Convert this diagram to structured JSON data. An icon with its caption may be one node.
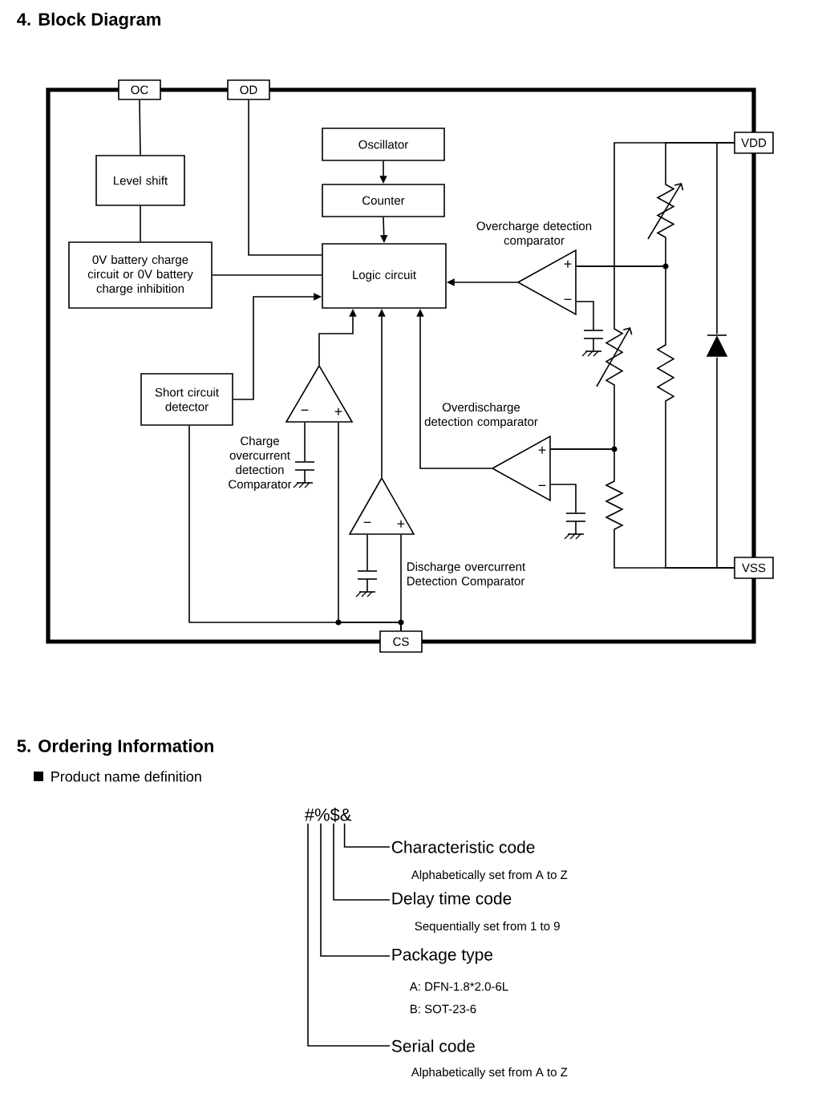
{
  "diagram": {
    "title": "4. Block Diagram",
    "nodes": [
      {
        "text": [
          "OC"
        ]
      },
      {
        "text": [
          "OD"
        ]
      },
      {
        "text": [
          "VDD"
        ]
      },
      {
        "text": [
          "VSS"
        ]
      },
      {
        "text": [
          "CS"
        ]
      },
      {
        "text": [
          "Level shift"
        ]
      },
      {
        "text": [
          "0V battery charge circuit or 0V battery charge inhibition"
        ]
      },
      {
        "text": [
          "Oscillator"
        ]
      },
      {
        "text": [
          "Counter"
        ]
      },
      {
        "text": [
          "Logic circuit"
        ]
      },
      {
        "text": [
          "Short circuit detector"
        ]
      },
      {
        "text": [
          "+",
          "−"
        ],
        "beside": [
          "Overcharge detection comparator"
        ]
      },
      {
        "text": [
          "−",
          "+"
        ]
      },
      {
        "text": [
          "+",
          "−"
        ],
        "beside": [
          "Overdischarge detection comparator"
        ]
      },
      {
        "text": [
          "−",
          "+"
        ],
        "beside": [
          "Discharge overcurrent Detection Comparator"
        ]
      },
      {
        "text": [
          "#%$&"
        ]
      },
      {
        "text": [
          "Characteristic code"
        ],
        "beside": [
          "Alphabetically set from A to Z"
        ]
      },
      {
        "text": [
          "Delay time code"
        ],
        "beside": [
          "Sequentially set from 1 to 9"
        ]
      },
      {
        "text": [
          "Package type"
        ],
        "beside": [
          "A: DFN-1.8*2.0-6L",
          "B: SOT-23-6"
        ]
      },
      {
        "text": [
          "Serial code"
        ],
        "beside": [
          "Alphabetically set from A to Z"
        ]
      },
      {
        "text": [],
        "shape": "diode"
      },
      {
        "text": [],
        "shape": "capacitor"
      },
      {
        "text": [],
        "shape": "capacitor"
      },
      {
        "text": [],
        "shape": "capacitor"
      },
      {
        "text": [],
        "shape": "capacitor"
      }
    ],
    "edges": [
      {
        "from": 0,
        "to": 5,
        "arrow": "none"
      },
      {
        "from": 5,
        "to": 6,
        "arrow": "none"
      },
      {
        "from": 1,
        "to": 9,
        "arrow": "none"
      },
      {
        "from": 6,
        "to": 9,
        "arrow": "none"
      },
      {
        "from": 7,
        "to": 8,
        "arrow": "to"
      },
      {
        "from": 8,
        "to": 9,
        "arrow": "to"
      },
      {
        "from": 11,
        "to": 9,
        "arrow": "to"
      },
      {
        "from": 10,
        "to": 9,
        "arrow": "to"
      },
      {
        "from": 12,
        "to": 9,
        "arrow": "to"
      },
      {
        "from": 14,
        "to": 9,
        "arrow": "to"
      },
      {
        "from": 13,
        "to": 9,
        "arrow": "to"
      },
      {
        "from": 4,
        "to": 14,
        "arrow": "none"
      },
      {
        "from": 4,
        "to": 12,
        "arrow": "none"
      },
      {
        "from": 4,
        "to": 10,
        "arrow": "none"
      },
      {
        "from": 16,
        "to": 15,
        "arrow": "none"
      },
      {
        "from": 17,
        "to": 15,
        "arrow": "none"
      },
      {
        "from": 18,
        "to": 15,
        "arrow": "none"
      },
      {
        "from": 19,
        "to": 15,
        "arrow": "none"
      },
      {
        "from": 2,
        "to": 11,
        "arrow": "none"
      },
      {
        "from": 3,
        "to": 11,
        "arrow": "none"
      },
      {
        "from": 2,
        "to": 13,
        "arrow": "none"
      },
      {
        "from": 3,
        "to": 13,
        "arrow": "none"
      },
      {
        "from": 3,
        "to": 20,
        "arrow": "none"
      },
      {
        "from": 20,
        "to": 2,
        "arrow": "none"
      },
      {
        "from": 12,
        "to": 21,
        "arrow": "none"
      },
      {
        "from": 14,
        "to": 22,
        "arrow": "none"
      },
      {
        "from": 13,
        "to": 23,
        "arrow": "none"
      },
      {
        "from": 11,
        "to": 24,
        "arrow": "none"
      }
    ],
    "labels": [
      "Charge overcurrent detection Comparator",
      "5. Ordering Information",
      "Product name definition"
    ]
  }
}
